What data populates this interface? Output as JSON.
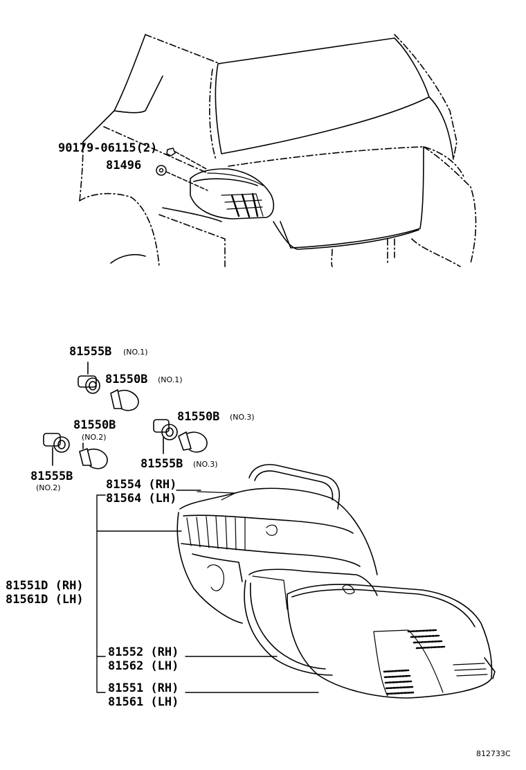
{
  "labels": {
    "bolt_top": "90179-06115(2)",
    "clip": "81496",
    "socket_no1": "81555B",
    "socket_no1_tag": "(NO.1)",
    "bulb_no1": "81550B",
    "bulb_no1_tag": "(NO.1)",
    "bulb_no2": "81550B",
    "bulb_no2_tag": "(NO.2)",
    "bulb_no3": "81550B",
    "bulb_no3_tag": "(NO.3)",
    "socket_no3": "81555B",
    "socket_no3_tag": "(NO.3)",
    "socket_no2": "81555B",
    "socket_no2_tag": "(NO.2)",
    "gasket_rh": "81554 (RH)",
    "gasket_lh": "81564 (LH)",
    "assy_rh": "81551D (RH)",
    "assy_lh": "81561D (LH)",
    "body_rh": "81552 (RH)",
    "body_lh": "81562 (LH)",
    "lens_rh": "81551 (RH)",
    "lens_lh": "81561 (LH)"
  },
  "diagram_code": "812733C"
}
